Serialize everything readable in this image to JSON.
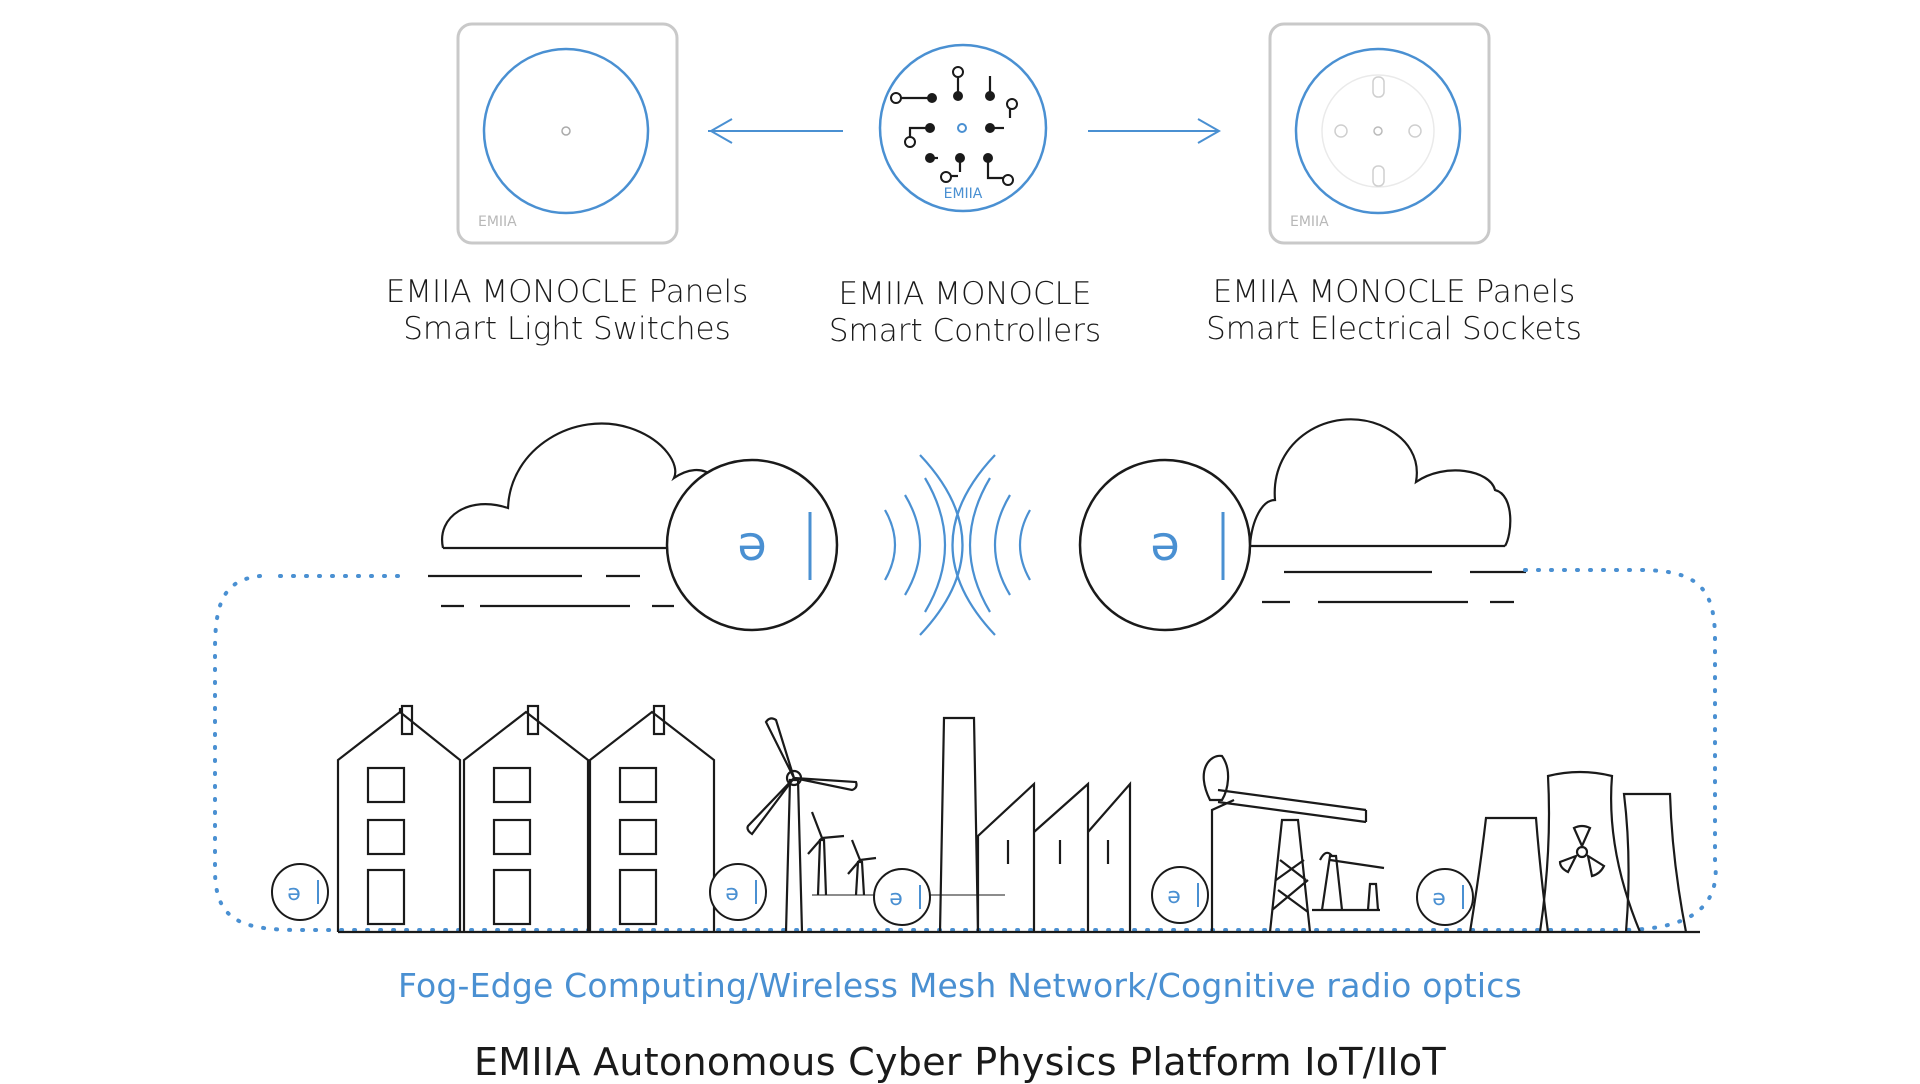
{
  "colors": {
    "accent": "#4a90d2",
    "stroke": "#1a1a1a",
    "panel_frame": "#c9c9c9",
    "brand_gray": "#b8b8b8"
  },
  "devices": {
    "switch_panel": {
      "line1": "EMIIA MONOCLE Panels",
      "line2": "Smart Light Switches",
      "brand": "EMIIA"
    },
    "controller": {
      "line1": "EMIIA MONOCLE",
      "line2": "Smart Controllers",
      "brand": "EMIIA"
    },
    "socket_panel": {
      "line1": "EMIIA MONOCLE Panels",
      "line2": "Smart Electrical Sockets",
      "brand": "EMIIA"
    }
  },
  "node_glyph": "ə",
  "icons": [
    "arrow-left-icon",
    "arrow-right-icon",
    "cloud-icon",
    "wireless-signal-icon",
    "house-icon",
    "wind-turbine-icon",
    "factory-icon",
    "oil-pump-icon",
    "nuclear-plant-icon",
    "radiation-icon"
  ],
  "captions": {
    "network": "Fog-Edge Computing/Wireless Mesh Network/Cognitive radio optics",
    "platform": "EMIIA Autonomous Cyber Physics Platform IoT/IIoT"
  }
}
